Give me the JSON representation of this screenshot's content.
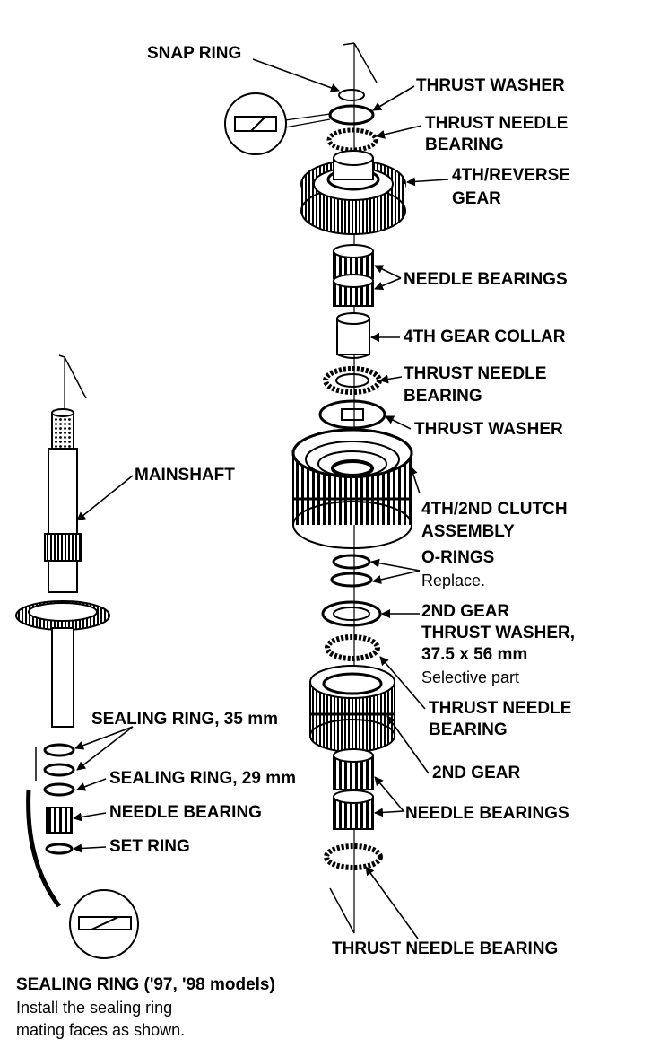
{
  "labels": {
    "snap_ring": "SNAP RING",
    "thrust_washer_top": "THRUST WASHER",
    "thrust_needle_bearing_1a": "THRUST NEEDLE",
    "thrust_needle_bearing_1b": "BEARING",
    "gear_4th_rev_a": "4TH/REVERSE",
    "gear_4th_rev_b": "GEAR",
    "needle_bearings_top": "NEEDLE BEARINGS",
    "gear_collar_4th": "4TH GEAR COLLAR",
    "thrust_needle_bearing_2a": "THRUST NEEDLE",
    "thrust_needle_bearing_2b": "BEARING",
    "thrust_washer_mid": "THRUST WASHER",
    "mainshaft": "MAINSHAFT",
    "clutch_a": "4TH/2ND CLUTCH",
    "clutch_b": "ASSEMBLY",
    "o_rings": "O-RINGS",
    "o_rings_note": "Replace.",
    "washer_2nd_a": "2ND GEAR",
    "washer_2nd_b": "THRUST WASHER,",
    "washer_2nd_c": "37.5 x 56 mm",
    "washer_2nd_note": "Selective part",
    "thrust_needle_bearing_3a": "THRUST NEEDLE",
    "thrust_needle_bearing_3b": "BEARING",
    "gear_2nd": "2ND GEAR",
    "needle_bearings_bottom": "NEEDLE BEARINGS",
    "thrust_needle_bearing_bottom": "THRUST NEEDLE BEARING",
    "sealing_ring_35": "SEALING RING, 35 mm",
    "sealing_ring_29": "SEALING RING, 29 mm",
    "needle_bearing_left": "NEEDLE BEARING",
    "set_ring": "SET RING"
  },
  "note": {
    "title": "SEALING RING ('97, '98 models)",
    "line1": "Install the sealing ring",
    "line2": "mating faces as shown."
  }
}
